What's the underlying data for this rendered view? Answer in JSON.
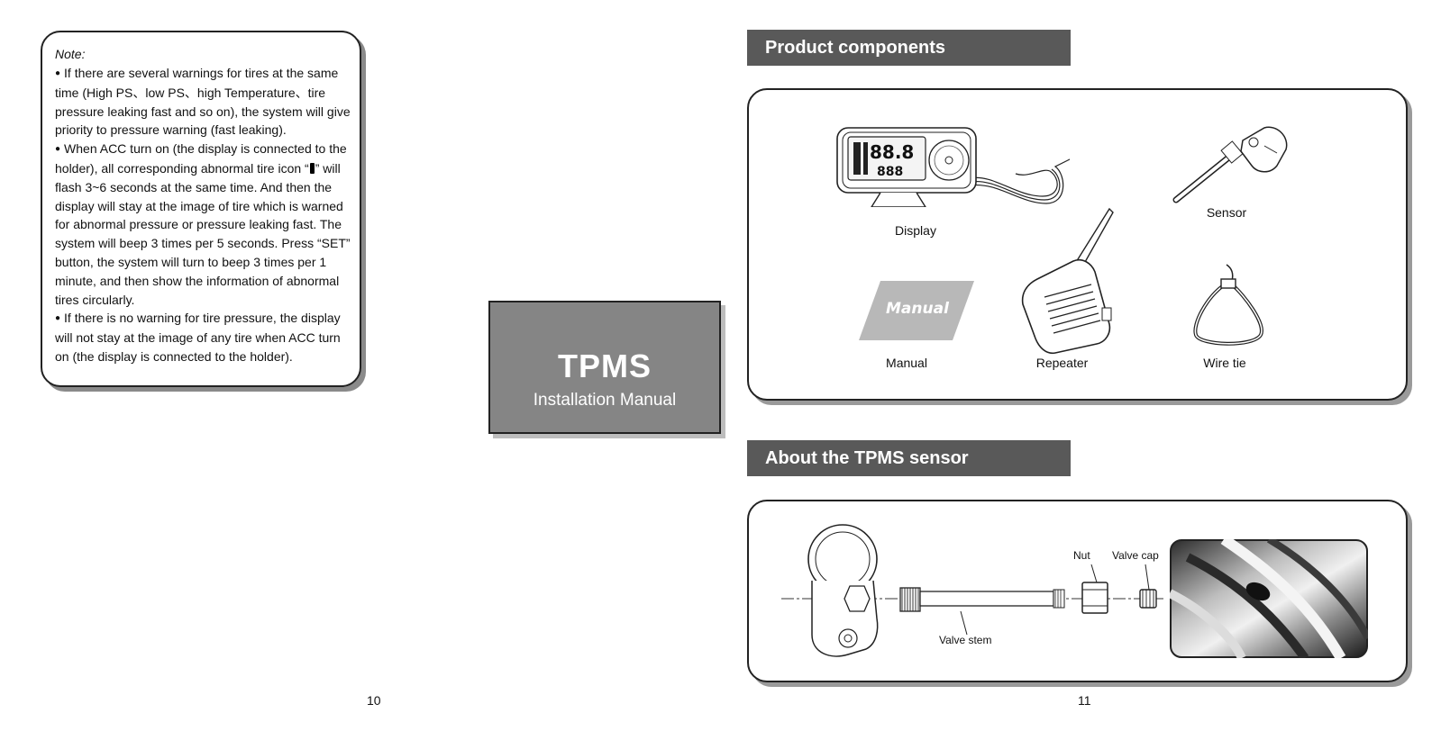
{
  "note": {
    "title": "Note:",
    "paragraphs": [
      {
        "before": "If there are several warnings for tires at the same time (High PS、low PS、high Temperature、tire pressure leaking fast and so on), the system will give priority to pressure warning (fast leaking).",
        "after": ""
      },
      {
        "before": "When ACC turn on (the display is connected to the holder), all corresponding abnormal tire icon “",
        "after": "” will flash 3~6 seconds at the same time. And then the display will stay at the image of tire which is warned for abnormal pressure or pressure leaking fast. The system will beep 3 times per 5 seconds. Press “SET” button, the system will turn to beep 3 times per 1 minute, and then show the information of abnormal tires circularly."
      },
      {
        "before": "If there is no warning for tire pressure, the display will not stay at the image of any tire when ACC turn on (the display is connected to the holder).",
        "after": ""
      }
    ]
  },
  "cover": {
    "title": "TPMS",
    "subtitle": "Installation Manual"
  },
  "components": {
    "header": "Product components",
    "items": {
      "display": "Display",
      "sensor": "Sensor",
      "manual": "Manual",
      "repeater": "Repeater",
      "wire_tie": "Wire tie"
    },
    "manual_cover_text": "Manual",
    "lcd_digits_top": "88.8",
    "lcd_digits_bottom": "888"
  },
  "sensor_section": {
    "header": "About the TPMS sensor",
    "labels": {
      "nut": "Nut",
      "valve_cap": "Valve cap",
      "valve_stem": "Valve stem"
    }
  },
  "page_numbers": {
    "left": "10",
    "right": "11"
  }
}
